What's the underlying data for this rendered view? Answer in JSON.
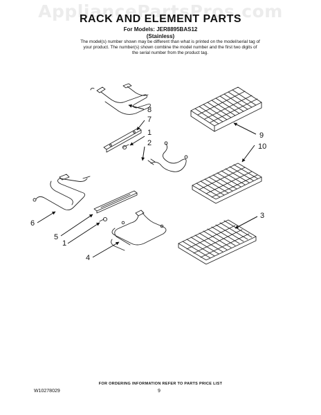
{
  "watermark": "AppliancePartsPros.com",
  "header": {
    "title": "RACK AND ELEMENT PARTS",
    "models": "For Models: JER8895BAS12",
    "finish": "(Stainless)"
  },
  "note": "The model(s) number shown may be different than what is printed on the model/serial tag of your product. The number(s) shown combine the model number and the first two digits of the serial number from the product tag.",
  "callouts": [
    {
      "label": "8"
    },
    {
      "label": "7"
    },
    {
      "label": "1"
    },
    {
      "label": "2"
    },
    {
      "label": "9"
    },
    {
      "label": "10"
    },
    {
      "label": "3"
    },
    {
      "label": "6"
    },
    {
      "label": "5"
    },
    {
      "label": "1"
    },
    {
      "label": "4"
    }
  ],
  "footer": {
    "order_info": "FOR ORDERING INFORMATION REFER TO PARTS PRICE LIST",
    "doc_number": "W10278029",
    "page": "9"
  },
  "colors": {
    "ink": "#111111",
    "watermark": "#ececec"
  }
}
